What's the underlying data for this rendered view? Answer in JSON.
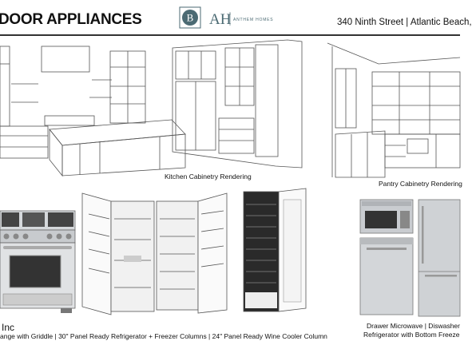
{
  "header": {
    "title": "DOOR APPLIANCES",
    "logo_letter": "B",
    "brand_monogram": "AH",
    "brand_name": "ANTHEM HOMES",
    "address": "340 Ninth Street | Atlantic Beach,"
  },
  "captions": {
    "kitchen": "Kitchen Cabinetry Rendering",
    "pantry": "Pantry Cabinetry Rendering"
  },
  "footer": {
    "company_fragment": "Inc",
    "appliances_line": "ange with Griddle | 30\" Panel Ready Refrigerator + Freezer Columns | 24\" Panel Ready Wine Cooler Column",
    "right_line_1": "Drawer Microwave | Diswasher",
    "right_line_2": "Refrigerator with Bottom Freeze"
  },
  "colors": {
    "accent_teal": "#4b6a73",
    "line_gray": "#555555",
    "steel": "#c9ccd0"
  }
}
